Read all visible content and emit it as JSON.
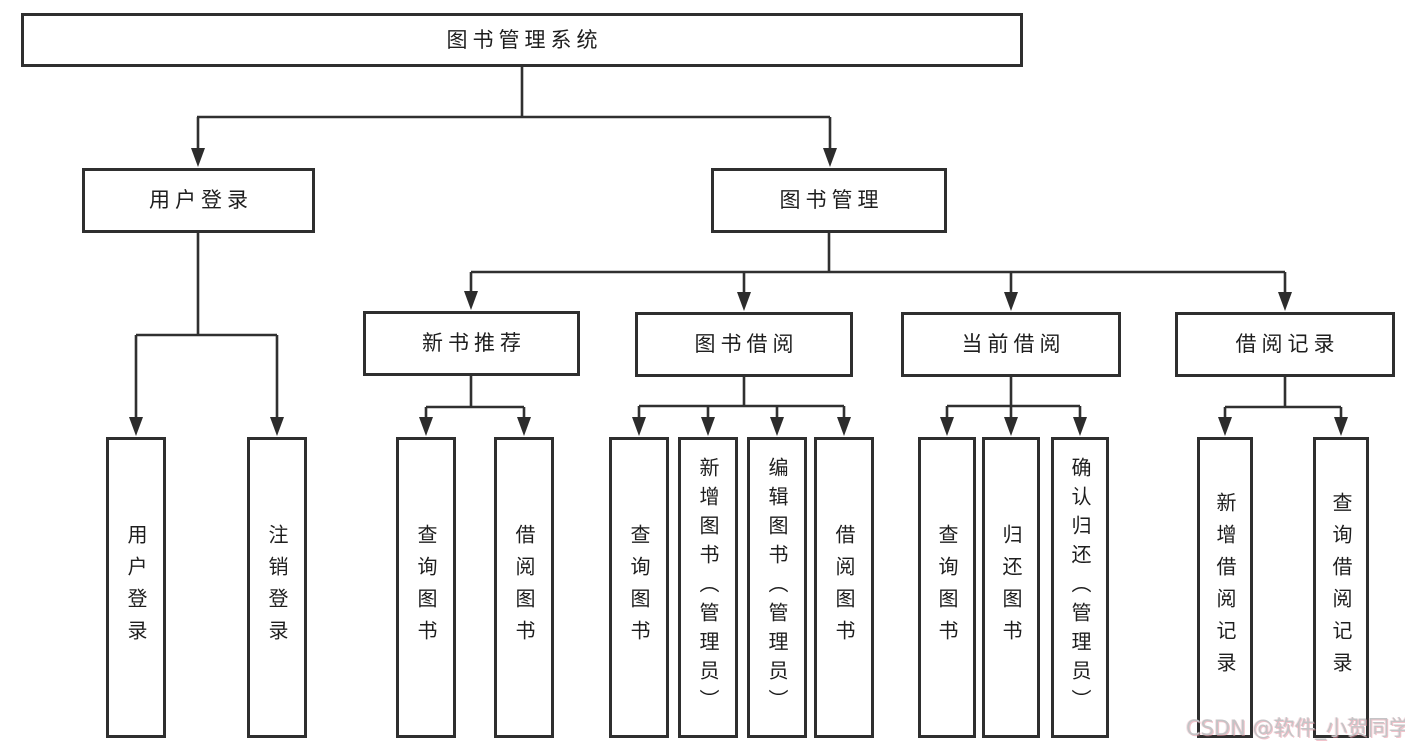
{
  "diagram": {
    "title": "图书管理系统",
    "level2": {
      "user_login": "用户登录",
      "book_management": "图书管理"
    },
    "level3": {
      "new_book_recommend": "新书推荐",
      "book_borrow": "图书借阅",
      "current_borrow": "当前借阅",
      "borrow_records": "借阅记录"
    },
    "leaves": {
      "user_login": "用户登录",
      "logout_login": "注销登录",
      "query_book_recommend": "查询图书",
      "borrow_book_recommend": "借阅图书",
      "query_book_borrow": "查询图书",
      "add_book_admin": "新增图书（管理员）",
      "edit_book_admin": "编辑图书（管理员）",
      "borrow_book_borrow": "借阅图书",
      "query_book_current": "查询图书",
      "return_book": "归还图书",
      "confirm_return_admin": "确认归还（管理员）",
      "add_borrow_record": "新增借阅记录",
      "query_borrow_record": "查询借阅记录"
    }
  },
  "watermark": "CSDN @软件_小贺同学",
  "colors": {
    "line": "#303030",
    "box_border": "#2f2f2f",
    "text": "#1e1e1e",
    "background": "#ffffff",
    "watermark_gray": "#c4c4c6",
    "watermark_pink": "#e892a0"
  }
}
